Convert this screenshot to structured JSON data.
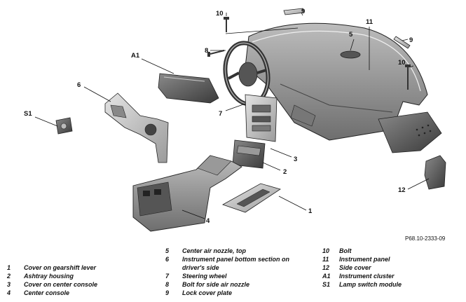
{
  "callouts": {
    "c1": "1",
    "c2": "2",
    "c3": "3",
    "c4": "4",
    "c5": "5",
    "c6": "6",
    "c7": "7",
    "c8": "8",
    "c9a": "9",
    "c9b": "9",
    "c10a": "10",
    "c10b": "10",
    "c11": "11",
    "c12": "12",
    "cA1": "A1",
    "cS1": "S1"
  },
  "reference_code": "P68.10-2333-09",
  "legend": {
    "col1": [
      {
        "key": "1",
        "text": "Cover on gearshift lever"
      },
      {
        "key": "2",
        "text": "Ashtray housing"
      },
      {
        "key": "3",
        "text": "Cover on center console"
      },
      {
        "key": "4",
        "text": "Center console"
      }
    ],
    "col2": [
      {
        "key": "5",
        "text": "Center air nozzle, top"
      },
      {
        "key": "6",
        "text": "Instrument panel bottom section on driver's side"
      },
      {
        "key": "7",
        "text": "Steering wheel"
      },
      {
        "key": "8",
        "text": "Bolt for side air nozzle"
      },
      {
        "key": "9",
        "text": "Lock cover plate"
      }
    ],
    "col3": [
      {
        "key": "10",
        "text": "Bolt"
      },
      {
        "key": "11",
        "text": "Instrument panel"
      },
      {
        "key": "12",
        "text": "Side cover"
      },
      {
        "key": "A1",
        "text": "Instrument cluster"
      },
      {
        "key": "S1",
        "text": "Lamp switch module"
      }
    ]
  }
}
